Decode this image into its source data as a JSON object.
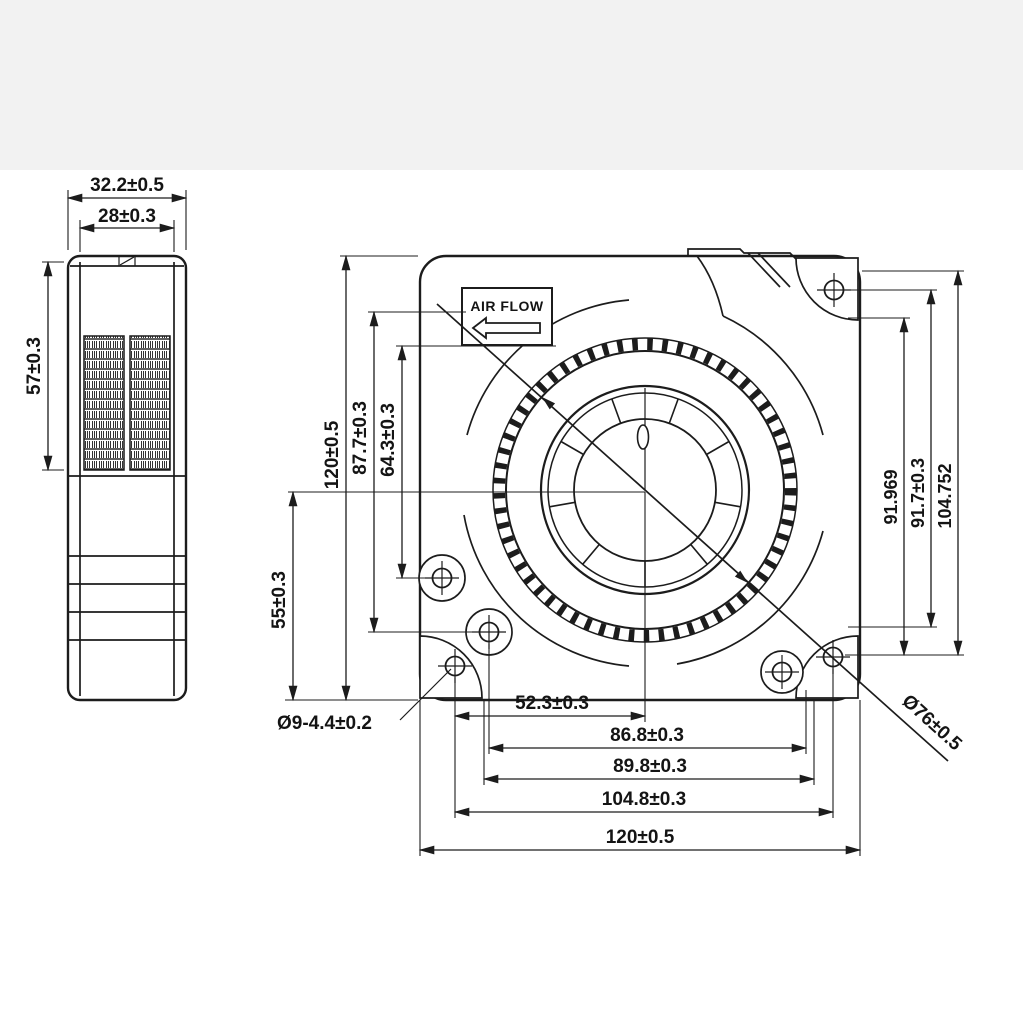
{
  "page": {
    "background": "#ffffff",
    "top_band_color": "#f2f2f2",
    "line_color": "#1c1c1c"
  },
  "drawing": {
    "airflow": {
      "label": "AIR FLOW"
    },
    "side_view": {
      "dims": {
        "outer_width": "32.2±0.5",
        "inner_width": "28±0.3",
        "vent_height": "57±0.3"
      }
    },
    "front_view": {
      "dims_left": {
        "overall_height": "120±0.5",
        "h877": "87.7±0.3",
        "h643": "64.3±0.3",
        "h55": "55±0.3"
      },
      "dims_right": {
        "d91969": "91.969",
        "d917": "91.7±0.3",
        "d104752": "104.752"
      },
      "dims_bottom": {
        "d523": "52.3±0.3",
        "d868": "86.8±0.3",
        "d898": "89.8±0.3",
        "d1048": "104.8±0.3",
        "overall_width": "120±0.5"
      },
      "callouts": {
        "mount_holes": "Ø9-4.4±0.2",
        "inlet_diameter": "Ø76±0.5"
      }
    }
  }
}
